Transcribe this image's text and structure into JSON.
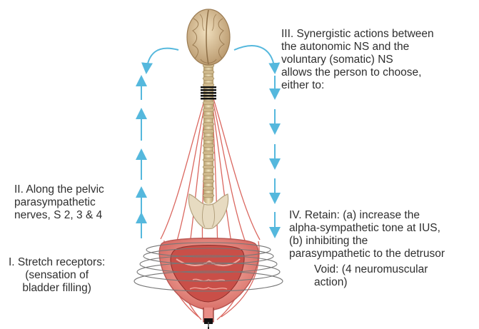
{
  "labels": {
    "synergy": {
      "lines": [
        "III. Synergistic actions between",
        "the autonomic NS and the",
        "voluntary (somatic) NS",
        "allows the person to choose,",
        "either to:"
      ]
    },
    "pelvic": {
      "lines": [
        "II. Along the pelvic",
        "parasympathetic",
        "nerves, S 2, 3 & 4"
      ]
    },
    "stretch": {
      "lines": [
        "I. Stretch receptors:",
        "(sensation of",
        "bladder filling)"
      ]
    },
    "retain": {
      "lines": [
        "IV. Retain: (a) increase the",
        "alpha-sympathetic tone at IUS,",
        "(b) inhibiting the",
        "parasympathetic to the detrusor"
      ]
    },
    "void": {
      "lines": [
        "Void: (4 neuromuscular",
        "action)"
      ]
    }
  },
  "colors": {
    "arrow": "#55b8dd",
    "nerve": "#d2463d",
    "brain": "#d8bf98",
    "bone": "#e8dcb5",
    "bladder_outer": "#e48f8c",
    "bladder_inner": "#c94f48",
    "muscle_ring": "#777777"
  }
}
